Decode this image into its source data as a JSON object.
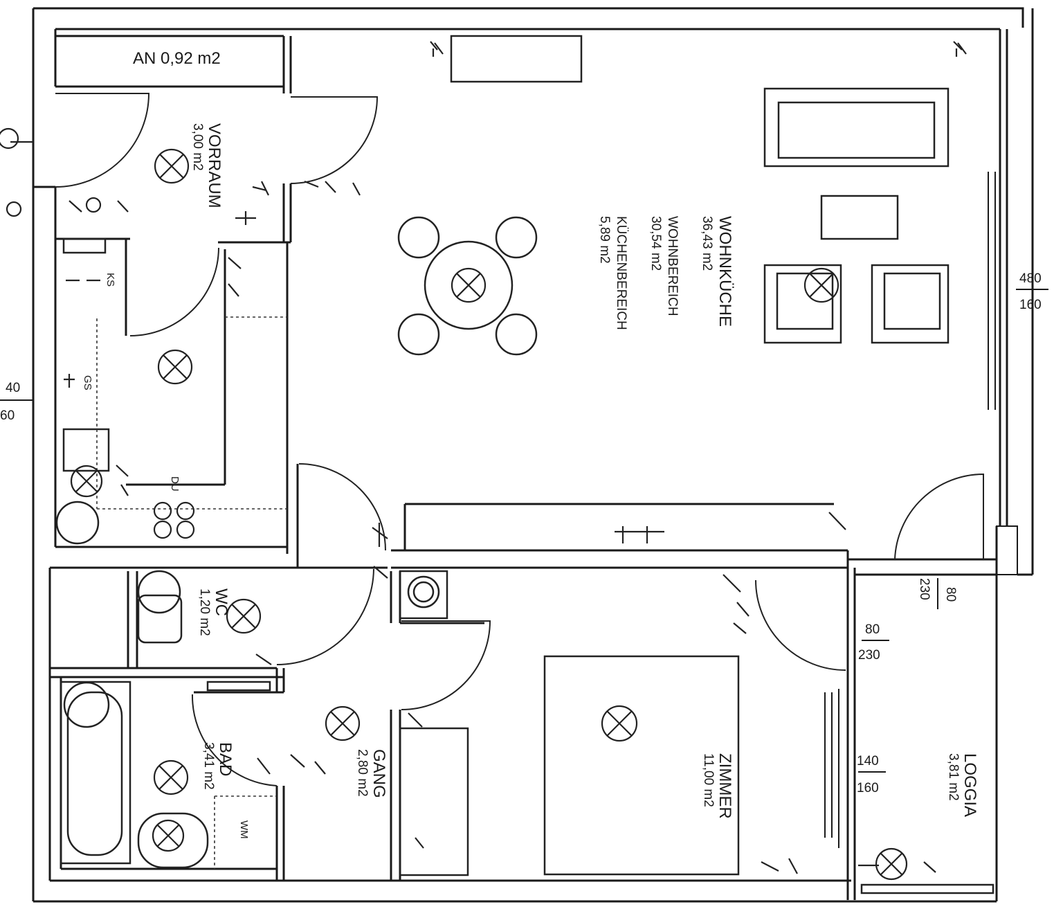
{
  "rooms": {
    "an": {
      "label": "AN 0,92 m2"
    },
    "vorraum": {
      "name": "VORRAUM",
      "area": "3,00 m2"
    },
    "wohnkueche": {
      "name": "WOHNKÜCHE",
      "area": "36,43 m2",
      "sub1": "WOHNBEREICH",
      "sub1_area": "30,54 m2",
      "sub2": "KÜCHENBEREICH",
      "sub2_area": "5,89 m2"
    },
    "wc": {
      "name": "WC",
      "area": "1,20 m2"
    },
    "bad": {
      "name": "BAD",
      "area": "3,41 m2"
    },
    "gang": {
      "name": "GANG",
      "area": "2,80 m2"
    },
    "zimmer": {
      "name": "ZIMMER",
      "area": "11,00 m2"
    },
    "loggia": {
      "name": "LOGGIA",
      "area": "3,81 m2"
    }
  },
  "fixtures": {
    "ks": "KS",
    "gs": "GS",
    "du": "DU",
    "wm": "WM"
  },
  "dimensions": {
    "window_living_top": "480",
    "window_living_bottom": "160",
    "window_left_top": "40",
    "window_left_bottom": "60",
    "loggia_door_top": "80",
    "loggia_door_bottom": "230",
    "room_door_top": "80",
    "room_door_bottom": "230",
    "room_window_top": "140",
    "room_window_bottom": "160"
  }
}
